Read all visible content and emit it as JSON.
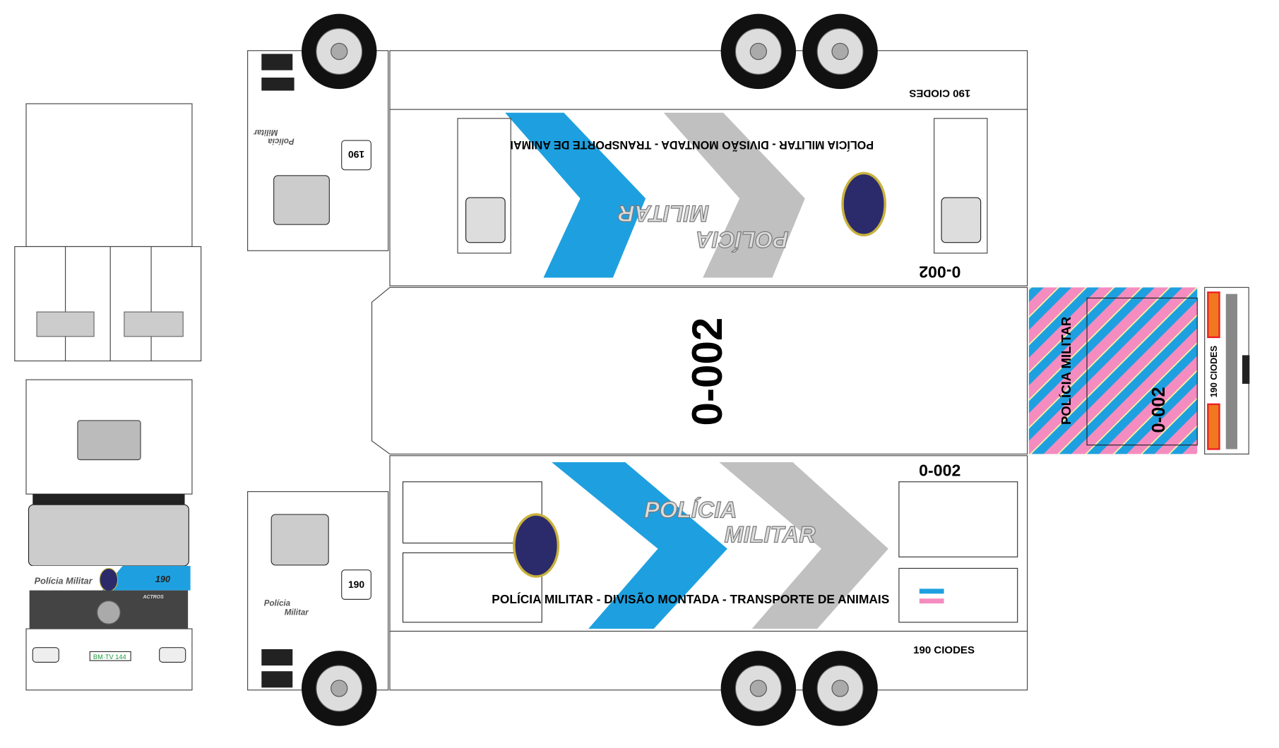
{
  "banner": "POLÍCIA MILITAR - DIVISÃO MONTADA - TRANSPORTE DE ANIMAIS",
  "side_word_1": "POLÍCIA",
  "side_word_2": "MILITAR",
  "rear_text": "POLÍCIA MILITAR",
  "unit_number": "0-002",
  "radio_label": "190 CIODES",
  "cab_number": "190",
  "cab_brand_text": "Polícia Militar",
  "cab_side_text_1": "Polícia",
  "cab_side_text_2": "Militar",
  "model_badge": "ACTROS",
  "license_plate": "BM·TV 144",
  "colors": {
    "blue": "#1ea0e0",
    "gray": "#c0c0c0",
    "pink": "#f48cc0",
    "red": "#ee1c24",
    "orange": "#f07820"
  }
}
